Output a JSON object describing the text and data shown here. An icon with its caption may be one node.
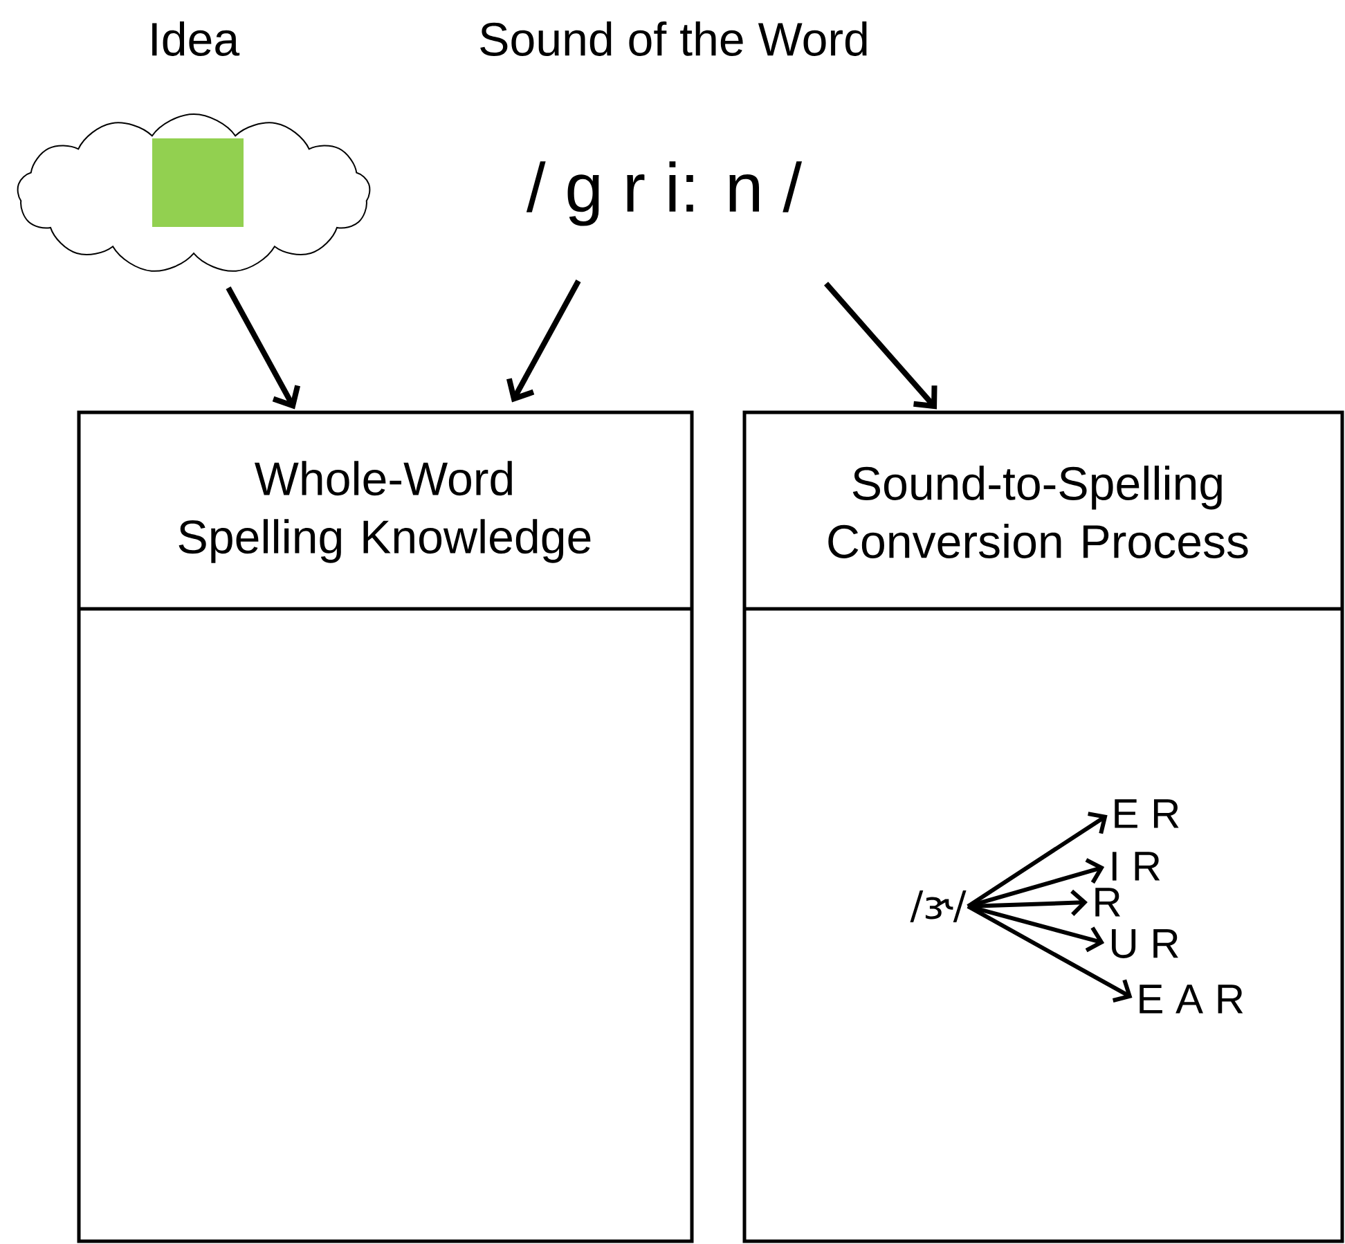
{
  "diagram": {
    "nodes": [
      {
        "text": [
          "Idea"
        ]
      },
      {
        "text": [],
        "shape": "box",
        "in": 0
      },
      {
        "text": [
          "Sound of the Word",
          "/ g r i: n /"
        ]
      },
      {
        "text": [
          "Whole-Word Spelling Knowledge"
        ]
      },
      {
        "text": [
          "Sound-to-Spelling Conversion Process"
        ]
      },
      {
        "text": [
          "/ɝ/"
        ],
        "in": 4
      },
      {
        "text": [
          "E R"
        ],
        "in": 4
      },
      {
        "text": [
          "I R"
        ],
        "in": 4
      },
      {
        "text": [
          "R"
        ],
        "in": 4
      },
      {
        "text": [
          "U R"
        ],
        "in": 4
      },
      {
        "text": [
          "E A R"
        ],
        "in": 4
      }
    ],
    "edges": [
      {
        "from": 0,
        "to": 3,
        "arrow": "to"
      },
      {
        "from": 2,
        "to": 3,
        "arrow": "to"
      },
      {
        "from": 2,
        "to": 4,
        "arrow": "to"
      },
      {
        "from": 5,
        "to": 6,
        "arrow": "to"
      },
      {
        "from": 5,
        "to": 7,
        "arrow": "to"
      },
      {
        "from": 5,
        "to": 8,
        "arrow": "to"
      },
      {
        "from": 5,
        "to": 9,
        "arrow": "to"
      },
      {
        "from": 5,
        "to": 10,
        "arrow": "to"
      }
    ]
  }
}
